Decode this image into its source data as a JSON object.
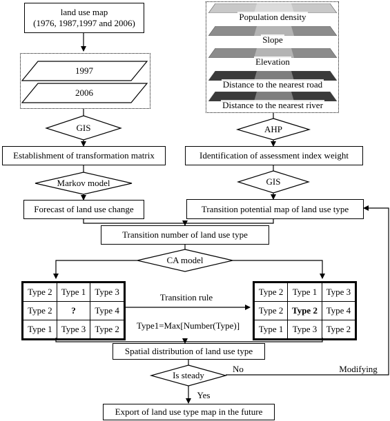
{
  "nodes": {
    "land_use_map": "land use map\n(1976, 1987,1997 and 2006)",
    "map_1997": "1997",
    "map_2006": "2006",
    "gis_1": "GIS",
    "transformation_matrix": "Establishment of transformation matrix",
    "markov": "Markov model",
    "forecast": "Forecast of land use change",
    "transition_number": "Transition number of land use type",
    "ca_model": "CA model",
    "ahp": "AHP",
    "assessment_weight": "Identification of assessment index weight",
    "gis_2": "GIS",
    "potential_map": "Transition potential map of land use type",
    "spatial_distribution": "Spatial distribution of land use type",
    "is_steady": "Is steady",
    "export": "Export of land use type map in the future"
  },
  "layers": [
    "Population density",
    "Slope",
    "Elevation",
    "Distance to the nearest road",
    "Distance to the nearest river"
  ],
  "grid_left": [
    [
      "Type 2",
      "Type 1",
      "Type 3"
    ],
    [
      "Type 2",
      "?",
      "Type 4"
    ],
    [
      "Type 1",
      "Type 3",
      "Type 2"
    ]
  ],
  "grid_right": [
    [
      "Type 2",
      "Type 1",
      "Type 3"
    ],
    [
      "Type 2",
      "Type 2",
      "Type 4"
    ],
    [
      "Type 1",
      "Type 3",
      "Type 2"
    ]
  ],
  "labels": {
    "transition_rule": "Transition rule",
    "rule_formula": "Type1=Max[Number(Type)]",
    "no": "No",
    "yes": "Yes",
    "modifying": "Modifying"
  },
  "colors": {
    "layer_light": "#c8c8c8",
    "layer_mid": "#8c8c8c",
    "layer_dark": "#3a3a3a"
  }
}
